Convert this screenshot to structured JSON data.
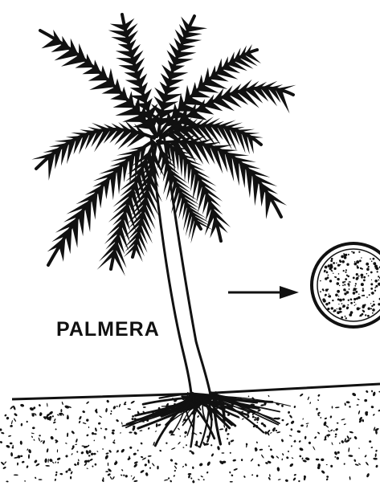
{
  "diagram": {
    "label": "PALMERA",
    "colors": {
      "ink": "#111111",
      "paper": "#ffffff"
    },
    "parts": [
      "palm-fronds",
      "palm-trunk",
      "palm-roots",
      "sandy-ground",
      "arrow",
      "coconut-cross-section"
    ]
  }
}
